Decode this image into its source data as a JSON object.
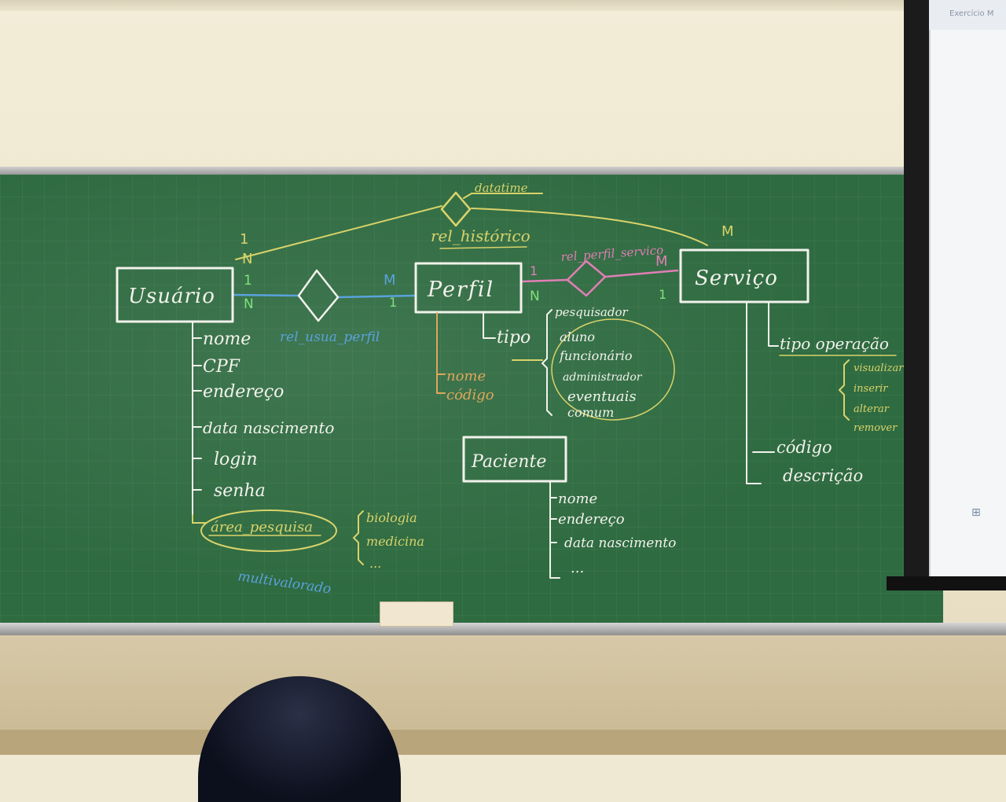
{
  "colors": {
    "chalk_white": "#f2f2ec",
    "chalk_yellow": "#d9d36a",
    "chalk_blue": "#5aa2dc",
    "chalk_pink": "#e07fb6",
    "chalk_green": "#7fe07a",
    "chalk_orange": "#e0a65a",
    "board_green": "#2f6b41"
  },
  "screen": {
    "title": "Exercício M"
  },
  "entities": {
    "usuario": {
      "label": "Usuário"
    },
    "perfil": {
      "label": "Perfil"
    },
    "servico": {
      "label": "Serviço"
    },
    "paciente": {
      "label": "Paciente"
    }
  },
  "relationships": {
    "rel_historico": {
      "label": "rel_histórico",
      "attribute": "datatime"
    },
    "rel_usua_perfil": {
      "label": "rel_usua_perfil"
    },
    "rel_perfil_servico": {
      "label": "rel_perfil_servico"
    }
  },
  "cardinalities": {
    "hist_usuario_1": "1",
    "hist_usuario_n": "N",
    "hist_servico_m": "M",
    "up_usuario_1": "1",
    "up_usuario_n": "N",
    "up_perfil_m": "M",
    "up_perfil_1": "1",
    "ps_perfil_1": "1",
    "ps_perfil_n": "N",
    "ps_servico_m": "M",
    "ps_servico_1": "1"
  },
  "usuario_attributes": [
    "nome",
    "CPF",
    "endereço",
    "data nascimento",
    "login",
    "senha"
  ],
  "usuario_multivalued": {
    "label": "área_pesquisa",
    "note": "multivalorado",
    "values": [
      "biologia",
      "medicina",
      "..."
    ]
  },
  "perfil_attributes": [
    "nome",
    "código"
  ],
  "perfil_tipo": {
    "label": "tipo",
    "values": [
      "pesquisador",
      "aluno",
      "funcionário",
      "administrador",
      "eventuais",
      "comum"
    ]
  },
  "servico_attributes": [
    "código",
    "descrição"
  ],
  "servico_tipo_operacao": {
    "label": "tipo operação",
    "values": [
      "visualizar",
      "inserir",
      "alterar",
      "remover"
    ]
  },
  "paciente_attributes": [
    "nome",
    "endereço",
    "data nascimento",
    "..."
  ]
}
